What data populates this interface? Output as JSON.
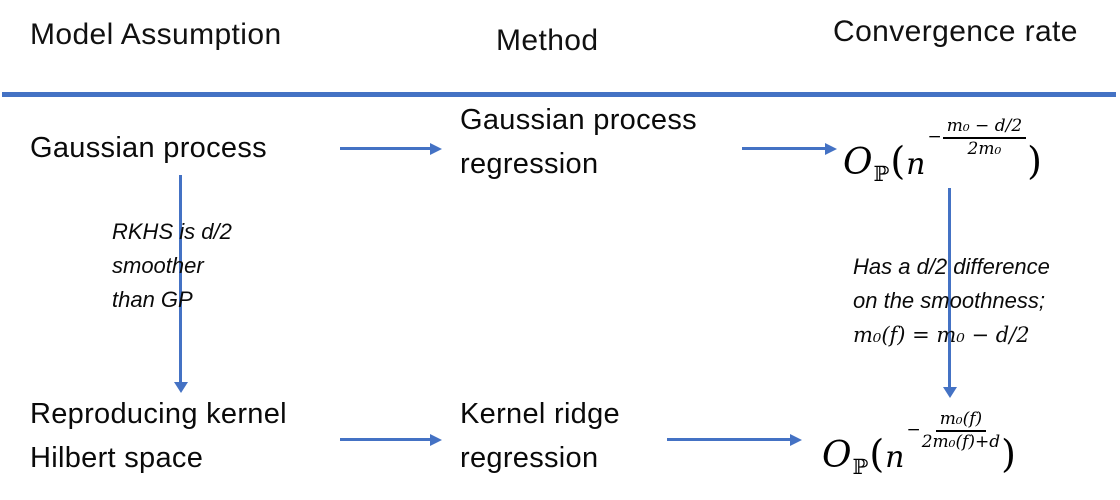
{
  "colors": {
    "accent": "#4472C4",
    "text": "#000000",
    "background": "#ffffff"
  },
  "headers": {
    "model_assumption": "Model Assumption",
    "method": "Method",
    "convergence_rate": "Convergence rate"
  },
  "gp_row": {
    "assumption": "Gaussian process",
    "method": [
      "Gaussian process",
      "regression"
    ],
    "rate": {
      "O": "O",
      "P": "ℙ",
      "open": "(",
      "base": "n",
      "minus": "−",
      "numerator": "m₀ − d/2",
      "denominator": "2m₀",
      "close": ")"
    }
  },
  "rkhs_row": {
    "assumption": [
      "Reproducing kernel",
      "Hilbert space"
    ],
    "method": [
      "Kernel ridge",
      "regression"
    ],
    "rate": {
      "O": "O",
      "P": "ℙ",
      "open": "(",
      "base": "n",
      "minus": "−",
      "numerator": "m₀(f)",
      "denominator": "2m₀(f)+d",
      "close": ")"
    }
  },
  "annotations": {
    "left": [
      "RKHS is d/2",
      "smoother",
      "than GP"
    ],
    "right": [
      "Has a d/2 difference",
      "on the smoothness;",
      "m₀(f) = m₀ − d/2"
    ]
  }
}
